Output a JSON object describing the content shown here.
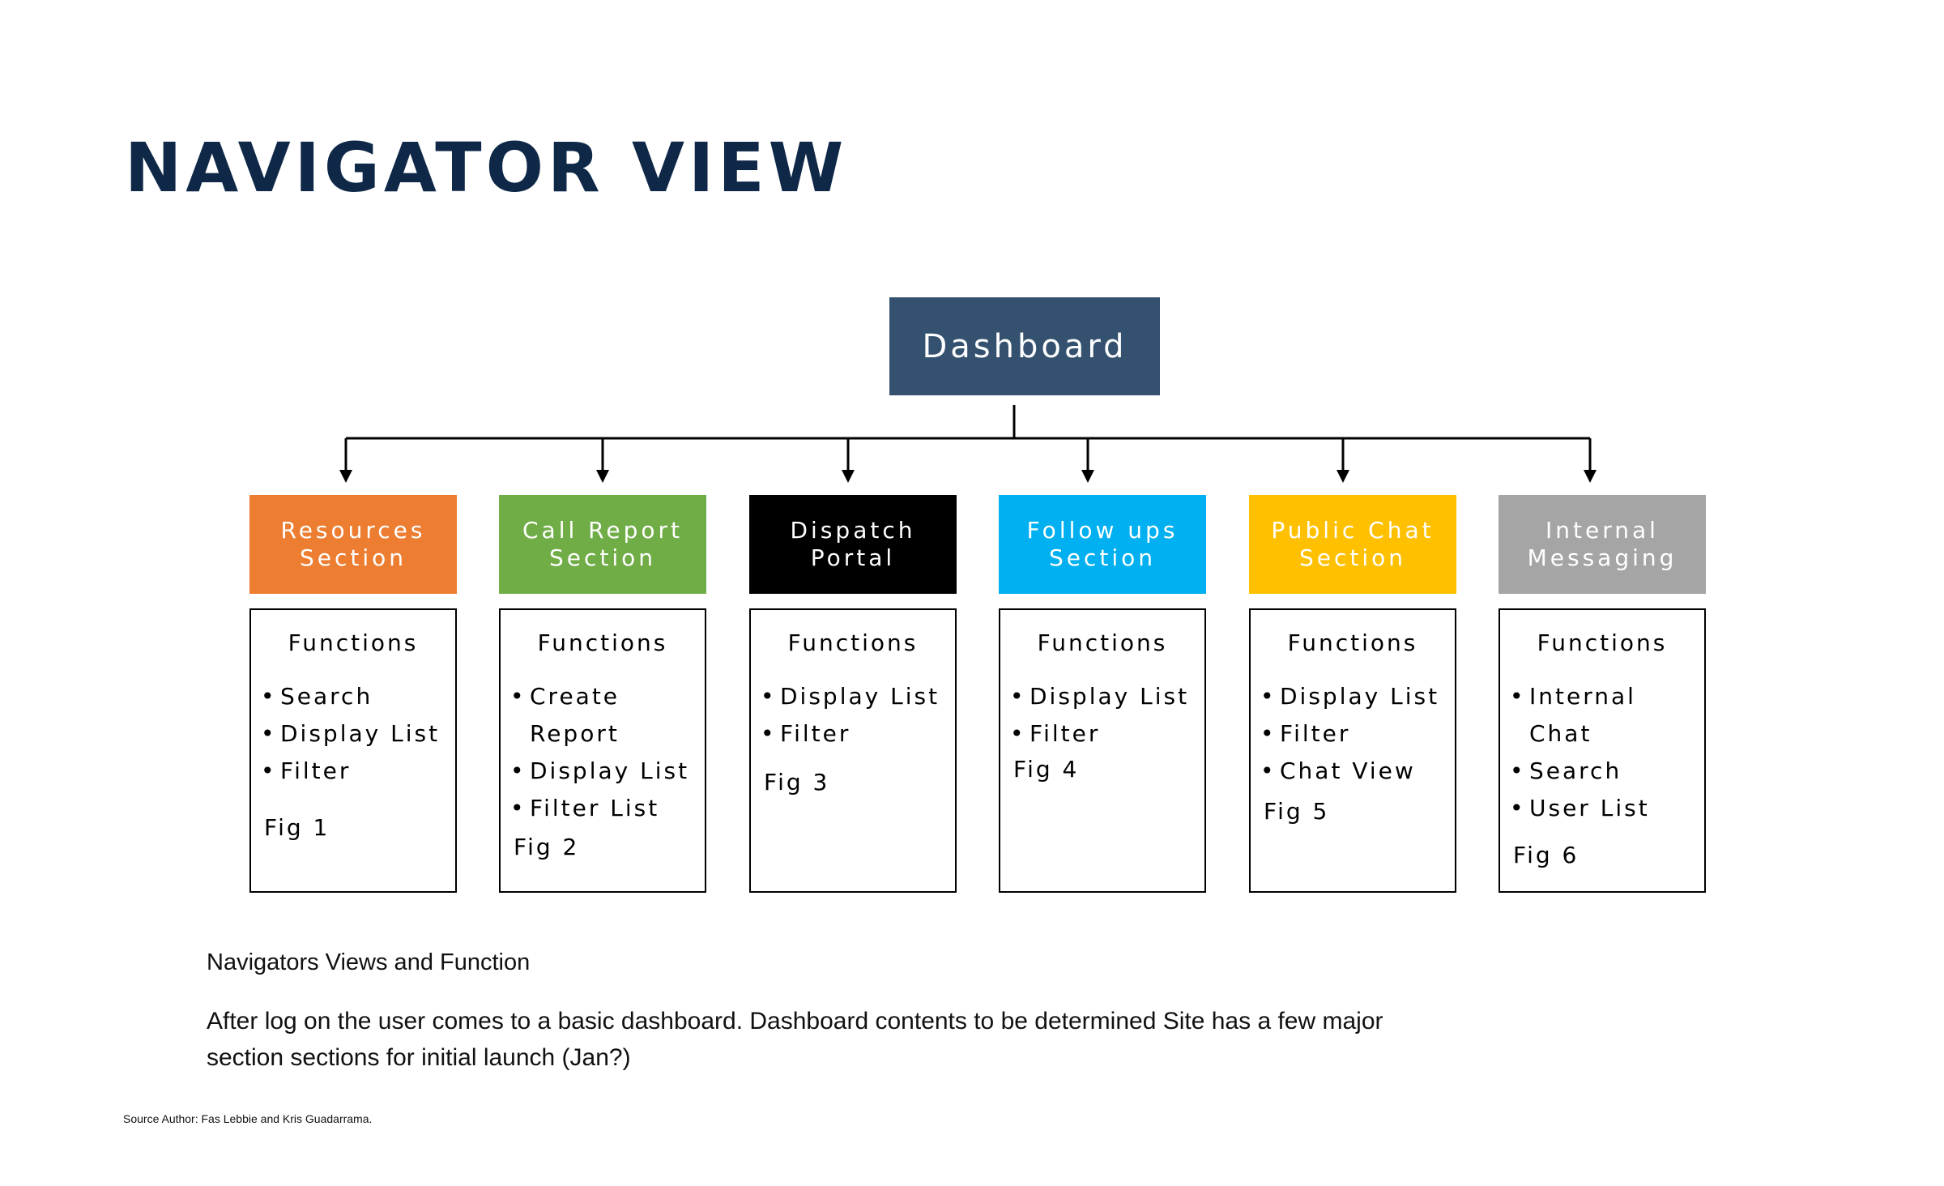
{
  "title": "NAVIGATOR VIEW",
  "root": {
    "label": "Dashboard",
    "color": "#34526f"
  },
  "sections": [
    {
      "header": "Resources Section",
      "color": "#ed7d31",
      "functions_title": "Functions",
      "functions": [
        "Search",
        "Display List",
        "Filter"
      ],
      "fig": "Fig 1"
    },
    {
      "header": "Call Report Section",
      "color": "#70ad47",
      "functions_title": "Functions",
      "functions": [
        "Create Report",
        "Display List",
        "Filter List"
      ],
      "fig": "Fig 2"
    },
    {
      "header": "Dispatch Portal",
      "color": "#000000",
      "functions_title": "Functions",
      "functions": [
        "Display List",
        "Filter"
      ],
      "fig": "Fig 3"
    },
    {
      "header": "Follow ups Section",
      "color": "#00b0f0",
      "functions_title": "Functions",
      "functions": [
        "Display List",
        "Filter"
      ],
      "fig": "Fig 4"
    },
    {
      "header": "Public Chat Section",
      "color": "#ffc000",
      "functions_title": "Functions",
      "functions": [
        "Display List",
        "Filter",
        "Chat View"
      ],
      "fig": "Fig 5"
    },
    {
      "header": "Internal Messaging",
      "color": "#a5a5a5",
      "functions_title": "Functions",
      "functions": [
        "Internal Chat",
        "Search",
        "User List"
      ],
      "fig": "Fig 6"
    }
  ],
  "subtitle": "Navigators Views and Function",
  "description": "After log on the user comes to a basic dashboard. Dashboard contents to be determined Site has a few major section sections for initial launch (Jan?)",
  "source": "Source Author: Fas Lebbie and Kris Guadarrama."
}
